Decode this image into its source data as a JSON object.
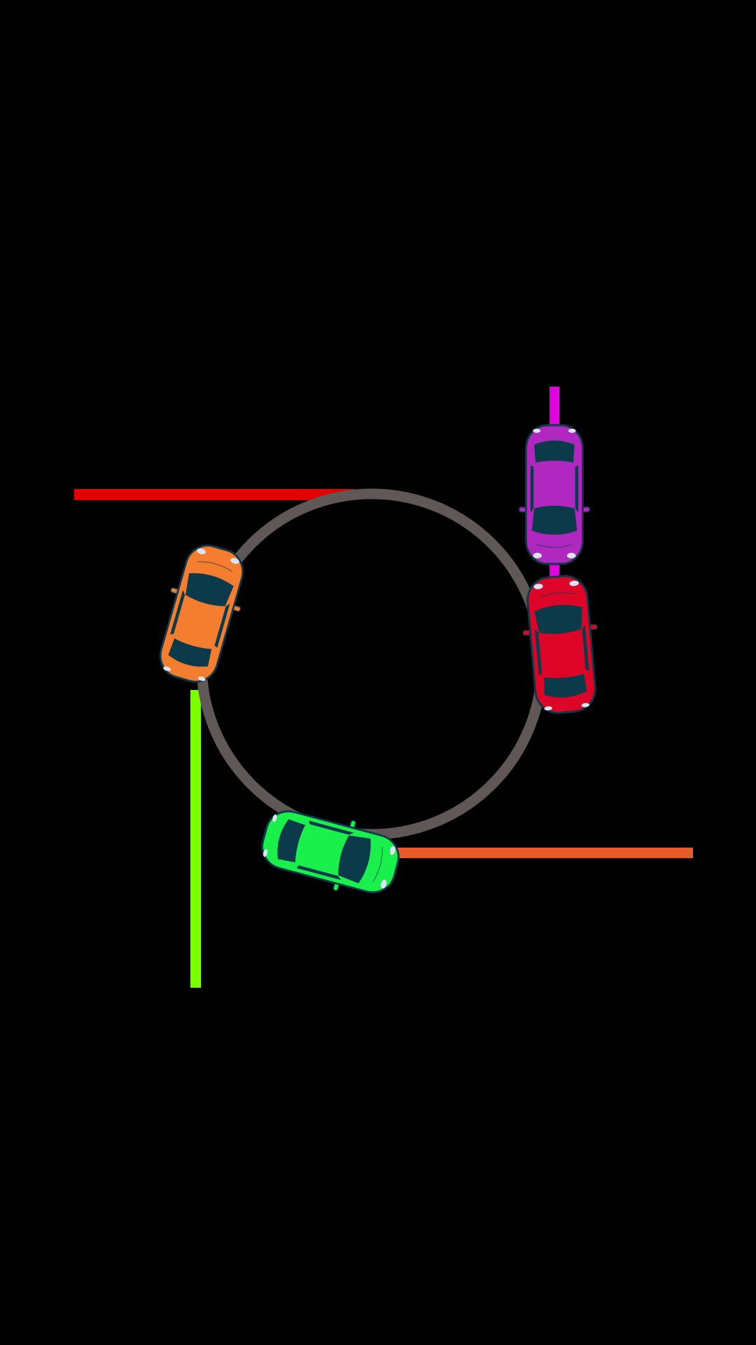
{
  "screen": {
    "background": "#000000"
  },
  "track": {
    "shape": "ring",
    "color": "#5f5856"
  },
  "lanes": [
    {
      "name": "red-lane",
      "color": "#e00000",
      "orientation": "horizontal"
    },
    {
      "name": "magenta-lane",
      "color": "#e000e0",
      "orientation": "vertical"
    },
    {
      "name": "lime-lane",
      "color": "#7cff00",
      "orientation": "vertical"
    },
    {
      "name": "orange-lane",
      "color": "#e85a2a",
      "orientation": "horizontal"
    }
  ],
  "cars": [
    {
      "name": "purple-car",
      "color": "#b028c0",
      "icon": "car-icon"
    },
    {
      "name": "red-car",
      "color": "#dc0528",
      "icon": "car-icon"
    },
    {
      "name": "orange-car",
      "color": "#f47d30",
      "icon": "car-icon"
    },
    {
      "name": "green-car",
      "color": "#19f04c",
      "icon": "car-icon"
    }
  ],
  "car_details": {
    "glass_color": "#0b3a4a",
    "outline_color": "#103848",
    "light_color": "#dde4f0"
  }
}
